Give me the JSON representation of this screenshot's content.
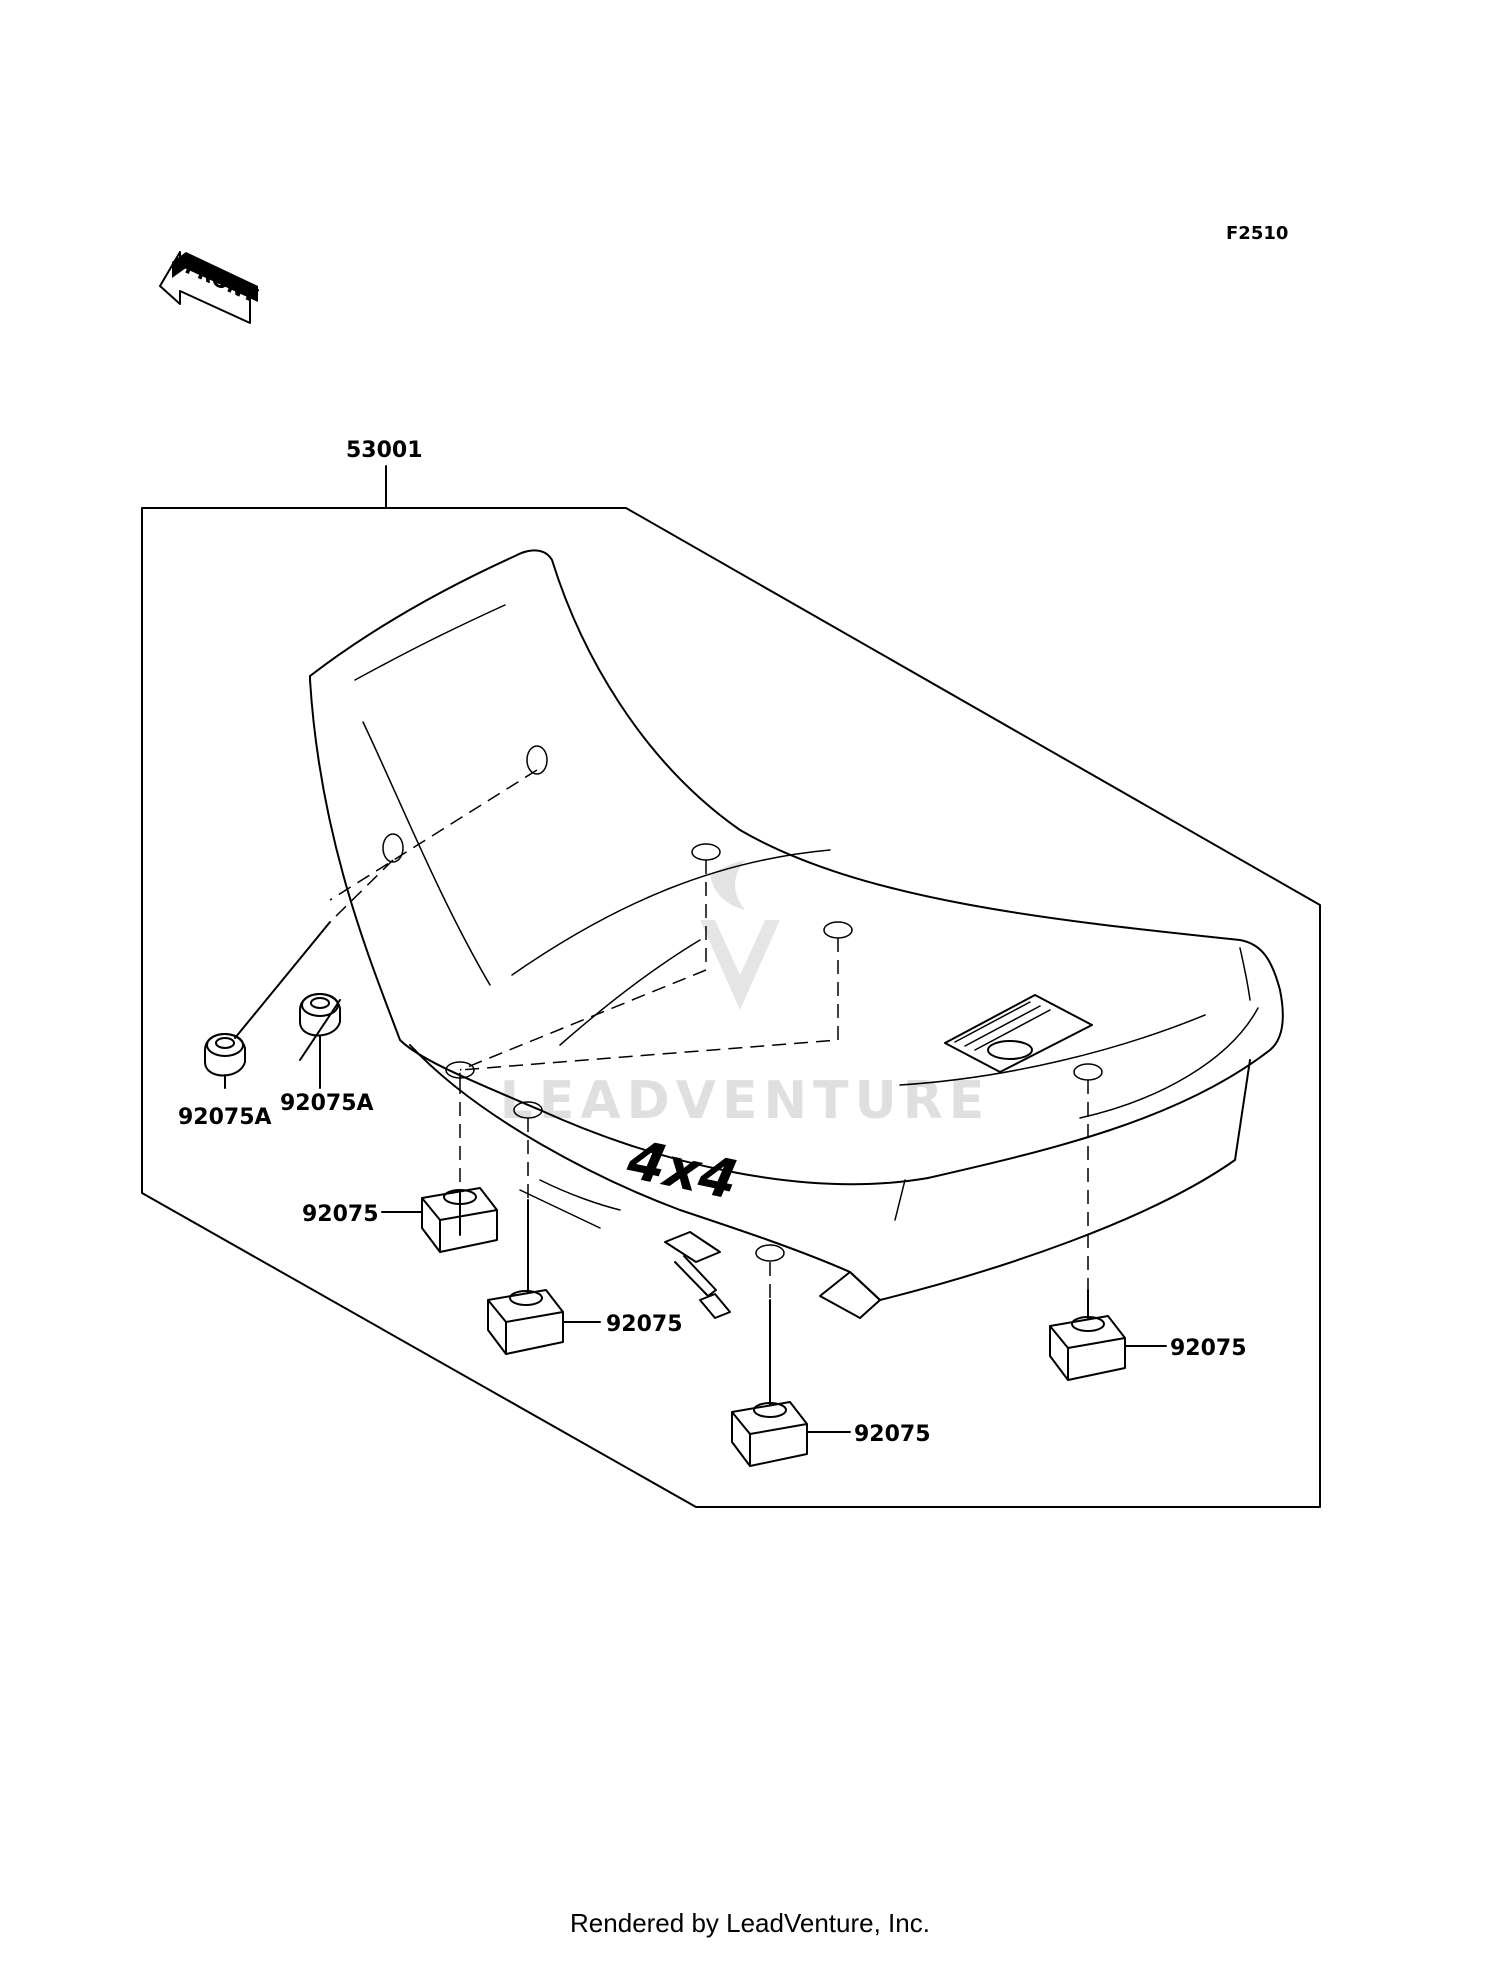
{
  "diagram": {
    "code": "F2510",
    "front_label": "FRONT",
    "seat_badge": "4x4",
    "watermark": "LEADVENTURE",
    "parts": {
      "seat": "53001",
      "damper_left": "92075A",
      "damper_right": "92075A",
      "cushion_front": "92075",
      "cushion_mid": "92075",
      "cushion_bottom": "92075",
      "cushion_right": "92075"
    }
  },
  "footer": {
    "text": "Rendered by LeadVenture, Inc."
  },
  "colors": {
    "ink": "#000000",
    "background": "#ffffff",
    "watermark": "#d9d9d9"
  }
}
